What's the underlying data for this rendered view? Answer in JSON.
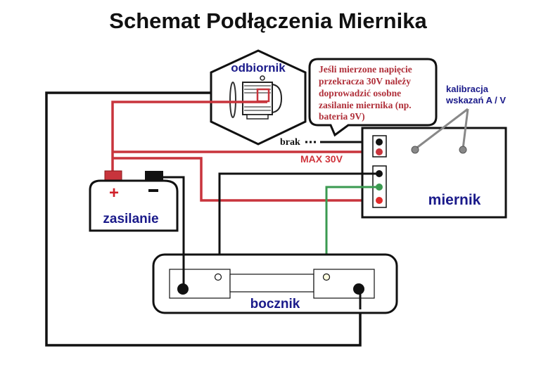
{
  "title": "Schemat Podłączenia Miernika",
  "labels": {
    "load": "odbiornik",
    "power": "zasilanie",
    "meter": "miernik",
    "shunt": "bocznik",
    "calibration_line1": "kalibracja",
    "calibration_line2": "wskazań A / V",
    "brak": "brak",
    "max_voltage": "MAX 30V",
    "plus": "+",
    "minus": "-"
  },
  "note": {
    "lines": [
      "Jeśli mierzone napięcie",
      "przekracza 30V należy",
      "doprowadzić osobne",
      "zasilanie miernika (np.",
      "bateria 9V)"
    ]
  },
  "colors": {
    "wire_black": "#111111",
    "wire_red": "#c8343c",
    "wire_green": "#3a9a50",
    "label_blue": "#1a1a8a",
    "note_red": "#b0303a",
    "calib_gray": "#888888"
  }
}
